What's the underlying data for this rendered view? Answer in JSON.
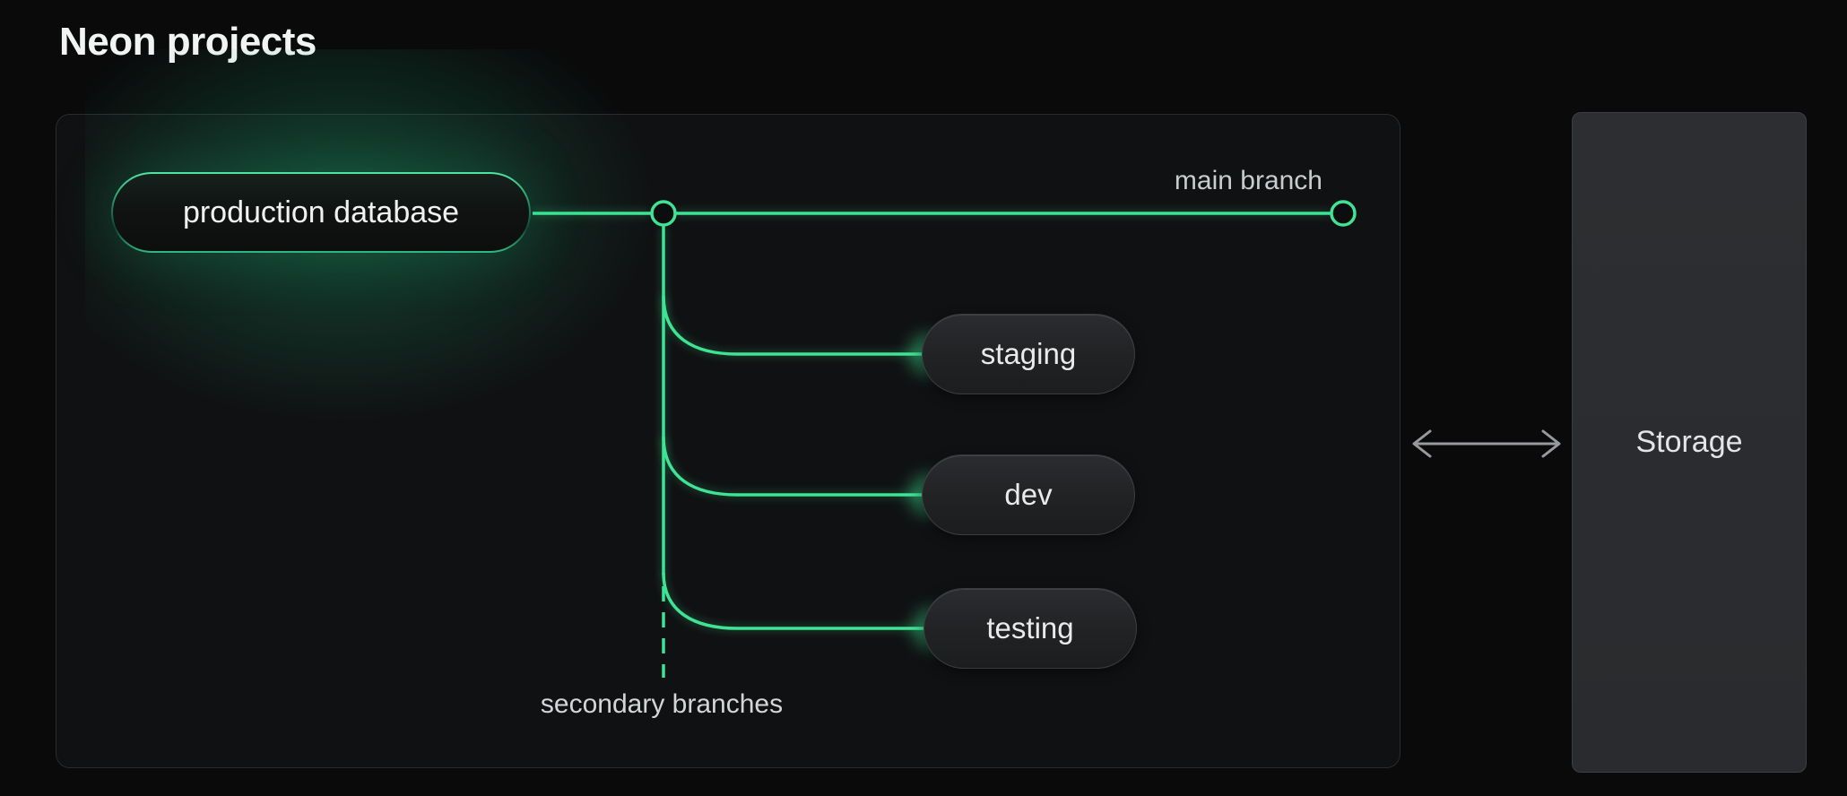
{
  "title": "Neon projects",
  "colors": {
    "accent_green": "#3ee394",
    "page_background": "#0a0a0b",
    "diagram_panel": "#101112",
    "storage_panel": "#2b2d30",
    "label_gray": "#c8ccce"
  },
  "diagram": {
    "root": {
      "label": "production database"
    },
    "main_branch_label": "main branch",
    "secondary_branches_label": "secondary branches",
    "branches": [
      {
        "label": "staging"
      },
      {
        "label": "dev"
      },
      {
        "label": "testing"
      }
    ]
  },
  "storage": {
    "label": "Storage"
  }
}
